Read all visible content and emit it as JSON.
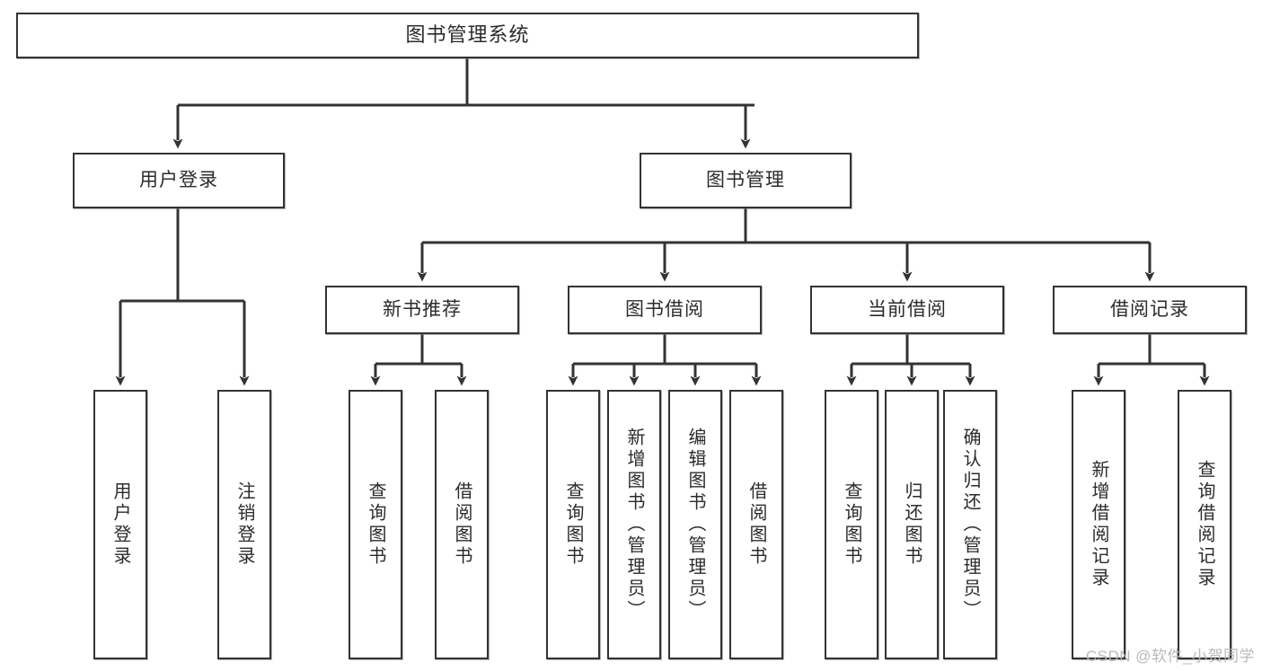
{
  "diagram": {
    "type": "tree",
    "title": "图书管理系统",
    "watermark": "CSDN @软件_小贺同学",
    "colors": {
      "border": "#333333",
      "background": "#ffffff",
      "text": "#2b2b2b",
      "watermark": "#b9b9b9"
    },
    "nodes": {
      "root": "图书管理系统",
      "level2": [
        "用户登录",
        "图书管理"
      ],
      "level3": [
        "新书推荐",
        "图书借阅",
        "当前借阅",
        "借阅记录"
      ],
      "leaves": {
        "user_login": [
          "用户登录",
          "注销登录"
        ],
        "new_book": [
          "查询图书",
          "借阅图书"
        ],
        "borrow_book": [
          "查询图书",
          "新增图书（管理员）",
          "编辑图书（管理员）",
          "借阅图书"
        ],
        "current_borrow": [
          "查询图书",
          "归还图书",
          "确认归还（管理员）"
        ],
        "borrow_record": [
          "新增借阅记录",
          "查询借阅记录"
        ]
      }
    }
  }
}
